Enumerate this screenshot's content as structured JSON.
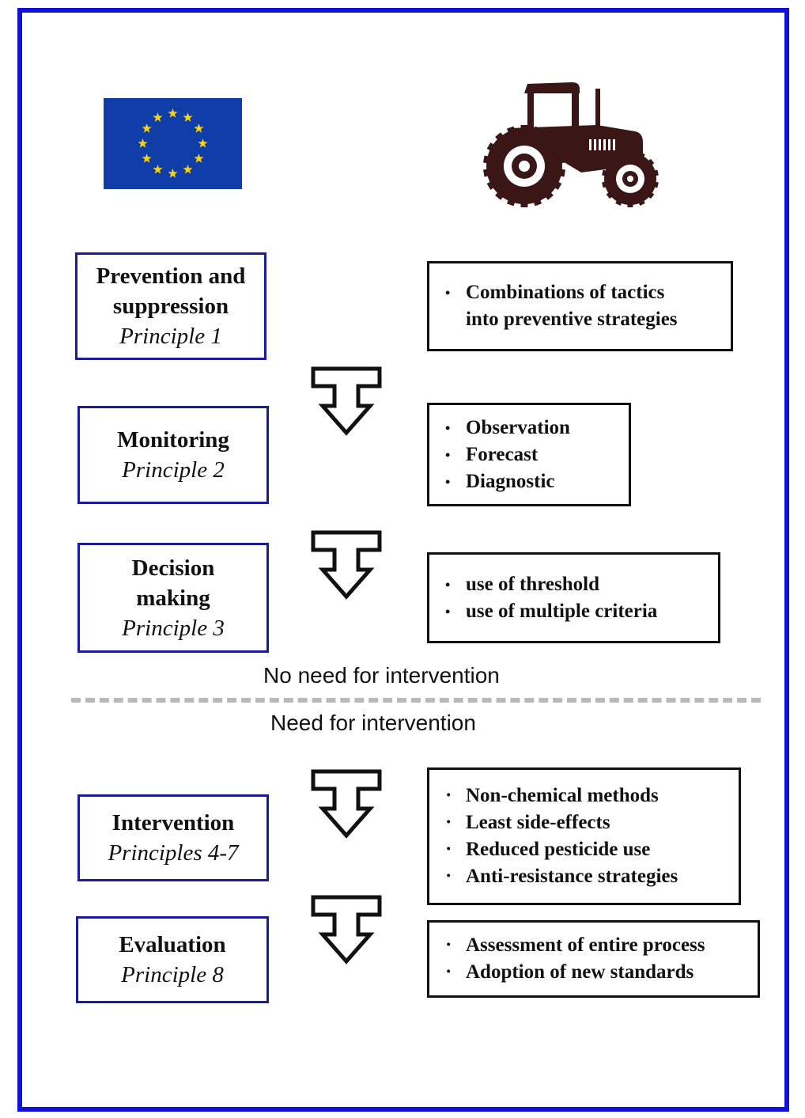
{
  "principles": [
    {
      "title_lines": [
        "Prevention and",
        "suppression"
      ],
      "subtitle": "Principle 1"
    },
    {
      "title_lines": [
        "Monitoring"
      ],
      "subtitle": "Principle 2"
    },
    {
      "title_lines": [
        "Decision",
        "making"
      ],
      "subtitle": "Principle 3"
    },
    {
      "title_lines": [
        "Intervention"
      ],
      "subtitle": "Principles 4-7"
    },
    {
      "title_lines": [
        "Evaluation"
      ],
      "subtitle": "Principle 8"
    }
  ],
  "actions": [
    {
      "bullet": "•",
      "lines": [
        "Combinations of tactics",
        "into preventive strategies"
      ]
    },
    {
      "bullet": "•",
      "items": [
        "Observation",
        "Forecast",
        "Diagnostic"
      ]
    },
    {
      "bullet": "•",
      "items": [
        "use of threshold",
        "use of multiple criteria"
      ]
    },
    {
      "bullet": "·",
      "items": [
        "Non-chemical methods",
        "Least side-effects",
        "Reduced pesticide use",
        "Anti-resistance strategies"
      ]
    },
    {
      "bullet": "·",
      "items": [
        "Assessment of entire process",
        "Adoption of new standards"
      ]
    }
  ],
  "separator": {
    "above_label": "No need for intervention",
    "below_label": "Need for intervention"
  },
  "icons": {
    "flag": "eu-flag-icon",
    "tractor": "tractor-icon",
    "arrow": "t-arrow-down-icon"
  },
  "colors": {
    "frame": "#1010d8",
    "principle_border": "#1c1c96",
    "eu_blue": "#0f3ea8",
    "eu_star": "#f7d21a",
    "tractor": "#3a1616"
  }
}
